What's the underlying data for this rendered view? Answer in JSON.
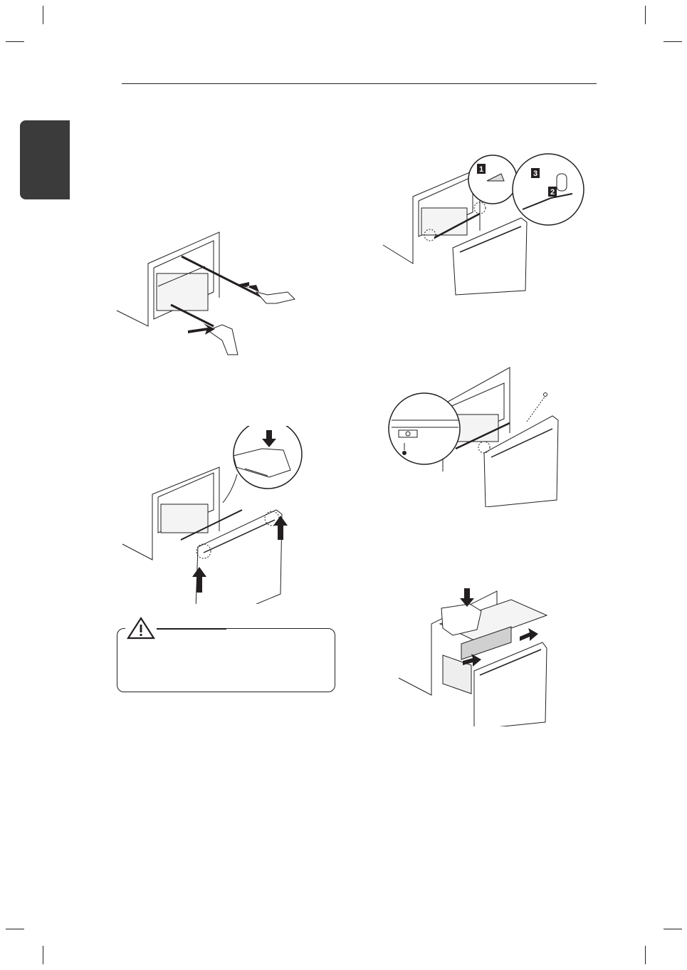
{
  "page": {
    "header_rule": true,
    "side_tab_color": "#3b3b3b",
    "line_color": "#231f20"
  },
  "figures": [
    {
      "name": "pull-rails-out-figure",
      "icons": [
        "hand-icon",
        "arrow-right-icon"
      ]
    },
    {
      "name": "lift-drawer-off-figure",
      "icons": [
        "arrow-up-icon",
        "detail-callout-icon"
      ]
    },
    {
      "name": "remove-gear-figure",
      "icons": [
        "step-1-badge",
        "step-2-badge",
        "step-3-badge"
      ],
      "step_labels": [
        "1",
        "2",
        "3"
      ]
    },
    {
      "name": "remove-screw-figure",
      "icons": [
        "screw-icon",
        "detail-callout-icon"
      ]
    },
    {
      "name": "lower-basket-figure",
      "icons": [
        "arrow-down-icon",
        "arrow-right-icon"
      ]
    }
  ],
  "caution": {
    "icon": "warning-triangle-icon",
    "title": "",
    "text": ""
  }
}
